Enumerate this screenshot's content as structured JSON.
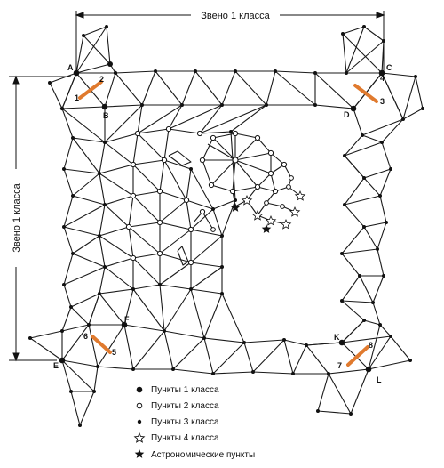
{
  "link_label_top": "Звено 1 класса",
  "link_label_left": "Звено 1 класса",
  "station_labels": [
    "A",
    "B",
    "C",
    "D",
    "F",
    "E",
    "K",
    "L"
  ],
  "baseline_numbers": [
    "2",
    "1",
    "3",
    "4",
    "6",
    "5",
    "7",
    "8"
  ],
  "legend": [
    {
      "symbol": "dot-large",
      "label": "Пункты 1 класса"
    },
    {
      "symbol": "circle-open",
      "label": "Пункты 2 класса"
    },
    {
      "symbol": "dot-small",
      "label": "Пункты 3 класса"
    },
    {
      "symbol": "star-open",
      "label": "Пункты 4 класса"
    },
    {
      "symbol": "star-filled",
      "label": "Астрономические пункты"
    }
  ],
  "colors": {
    "line": "#1a1a1a",
    "baseline": "#e07a2e",
    "background": "#ffffff"
  }
}
